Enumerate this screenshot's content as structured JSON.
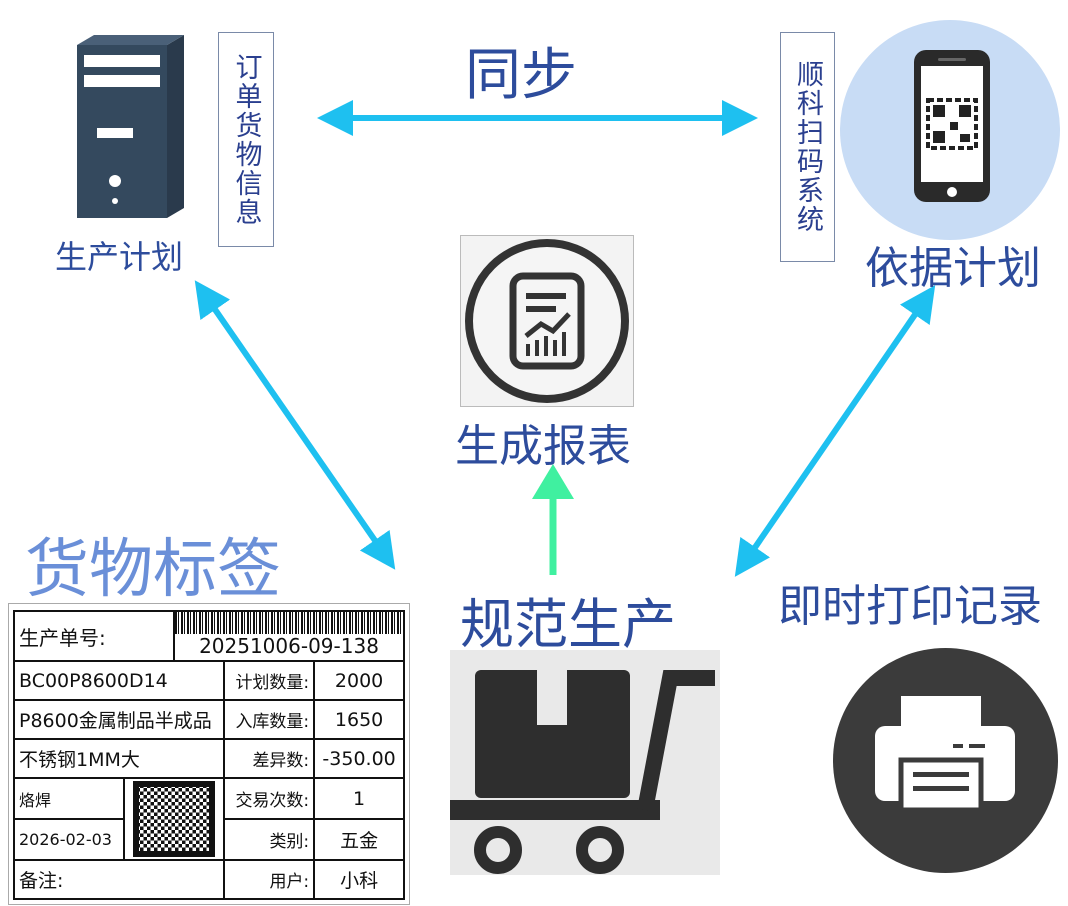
{
  "server": {
    "caption": "生产计划",
    "info_box": "订单货物信息"
  },
  "sync": {
    "label": "同步"
  },
  "scanner": {
    "caption": "依据计划",
    "info_box": "顺科扫码系统"
  },
  "report": {
    "caption": "生成报表"
  },
  "production": {
    "caption": "规范生产"
  },
  "printer": {
    "caption": "即时打印记录"
  },
  "label": {
    "title": "货物标签",
    "order_no_label": "生产单号:",
    "order_no": "20251006-09-138",
    "code": "BC00P8600D14",
    "product": "P8600金属制品半成品",
    "material": "不锈钢1MM大",
    "process": "烙焊",
    "date": "2026-02-03",
    "remark_label": "备注:",
    "fields": [
      {
        "label": "计划数量:",
        "value": "2000"
      },
      {
        "label": "入库数量:",
        "value": "1650"
      },
      {
        "label": "差异数:",
        "value": "-350.00"
      },
      {
        "label": "交易次数:",
        "value": "1"
      },
      {
        "label": "类别:",
        "value": "五金"
      },
      {
        "label": "用户:",
        "value": "小科"
      }
    ]
  },
  "colors": {
    "arrow": "#1ec0f0",
    "green_arrow": "#40f0a0",
    "title": "#2d4c9c"
  }
}
